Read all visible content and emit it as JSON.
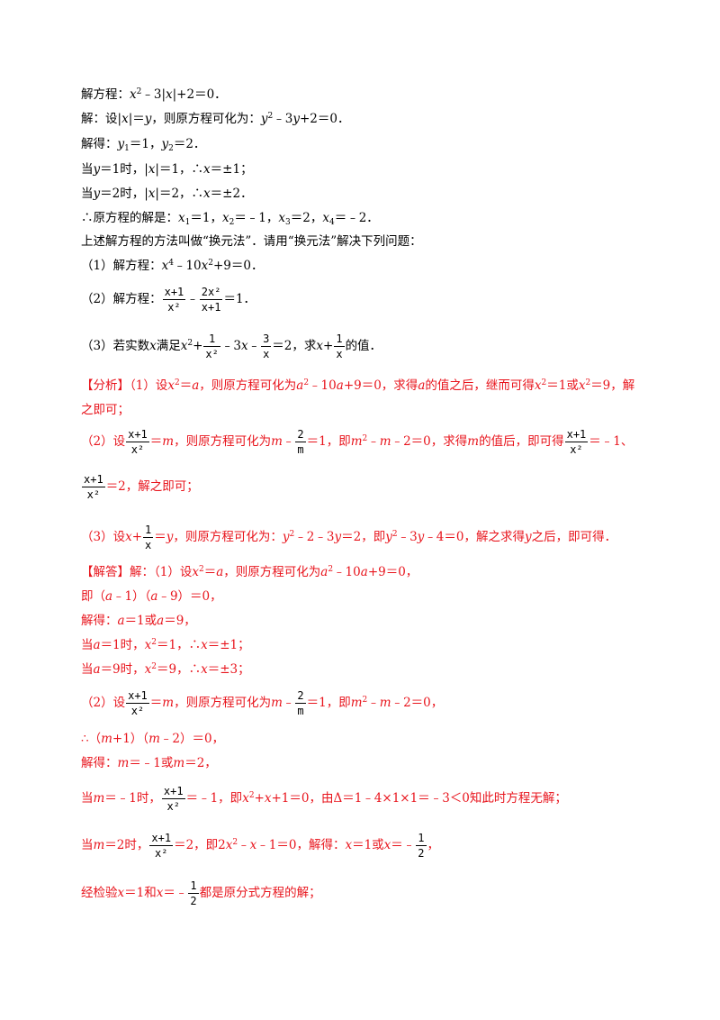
{
  "example": {
    "problem_prefix": "解方程：",
    "solution_intro": "解：设|x|＝y，则原方程可化为：y² ﹣3y+2＝0．",
    "roots": "解得：y₁＝1，y₂＝2．",
    "case1": "当y＝1时，|x|＝1，∴x＝±1；",
    "case2": "当y＝2时，|x|＝2，∴x＝±2．",
    "conclusion": "∴原方程的解是：x₁＝1，x₂＝﹣1，x₃＝2，x₄＝﹣2．",
    "method": "上述解方程的方法叫做“换元法”．请用“换元法”解决下列问题："
  },
  "questions": {
    "q1": "（1）解方程：x⁴﹣10x²+9＝0．",
    "q2_prefix": "（2）解方程：",
    "q3_prefix": "（3）若实数x满足x²+"
  },
  "fractions": {
    "x_plus_1": "x+1",
    "x_sq": "x²",
    "two_x_sq": "2x²",
    "one": "1",
    "three": "3",
    "x": "x",
    "two": "2",
    "m": "m"
  },
  "analysis": {
    "label": "【分析】",
    "line1": "（1）设x²＝a，则原方程可化为a²﹣10a+9＝0，求得a的值之后，继而可得x²＝1或x²＝9，解",
    "line1b": "之即可；",
    "line3": "＝2，解之即可；"
  },
  "answer": {
    "label": "【解答】",
    "a1": "即（a﹣1）（a﹣9）＝0，",
    "a2": "解得：a＝1或a＝9，",
    "a3": "当a＝1时，x²＝1，∴x＝±1；",
    "a4": "当a＝9时，x²＝9，∴x＝±3；",
    "b2": "∴（m+1）（m﹣2）＝0，",
    "b3": "解得：m＝﹣1或m＝2，"
  }
}
